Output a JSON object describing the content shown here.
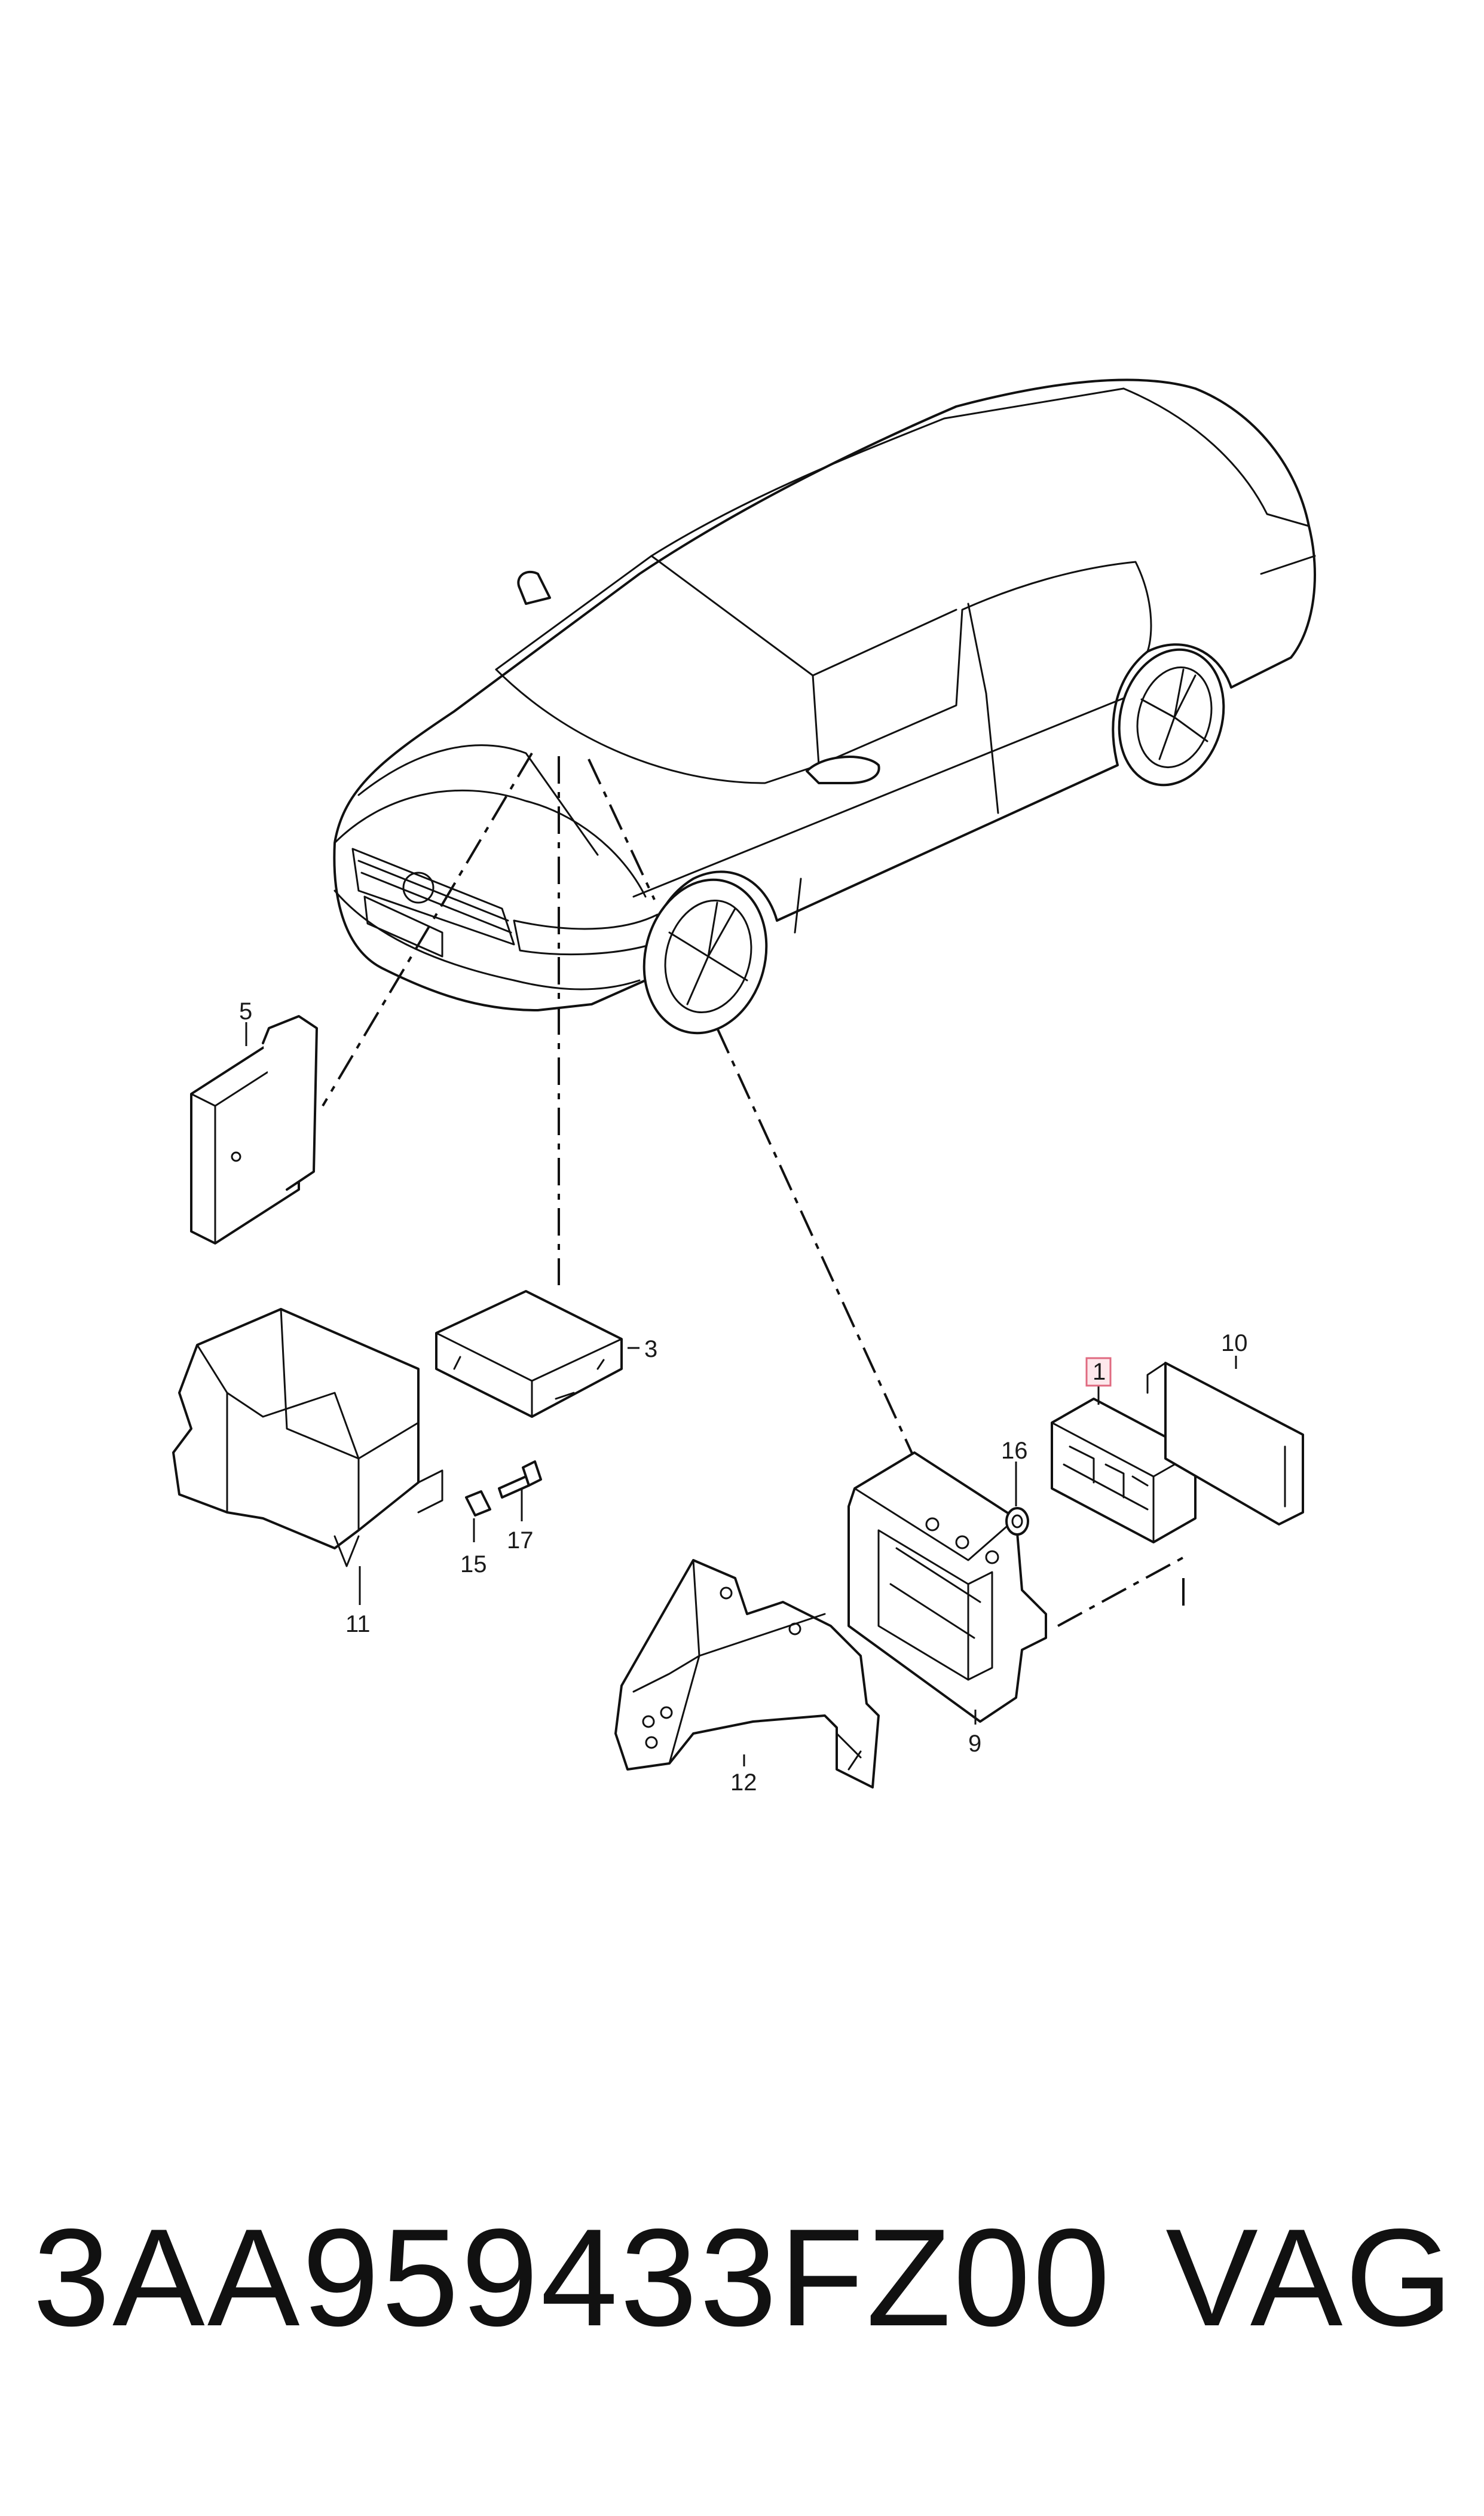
{
  "diagram": {
    "callouts": [
      {
        "id": "c1",
        "label": "1",
        "highlighted": true
      },
      {
        "id": "c3",
        "label": "3"
      },
      {
        "id": "c5",
        "label": "5"
      },
      {
        "id": "c9",
        "label": "9"
      },
      {
        "id": "c10",
        "label": "10"
      },
      {
        "id": "c11",
        "label": "11"
      },
      {
        "id": "c12",
        "label": "12"
      },
      {
        "id": "c15",
        "label": "15"
      },
      {
        "id": "c16",
        "label": "16"
      },
      {
        "id": "c17",
        "label": "17"
      }
    ],
    "highlight_color": "#e06a80"
  },
  "footer": {
    "part_number": "3AA959433FZ00",
    "brand": "VAG"
  }
}
